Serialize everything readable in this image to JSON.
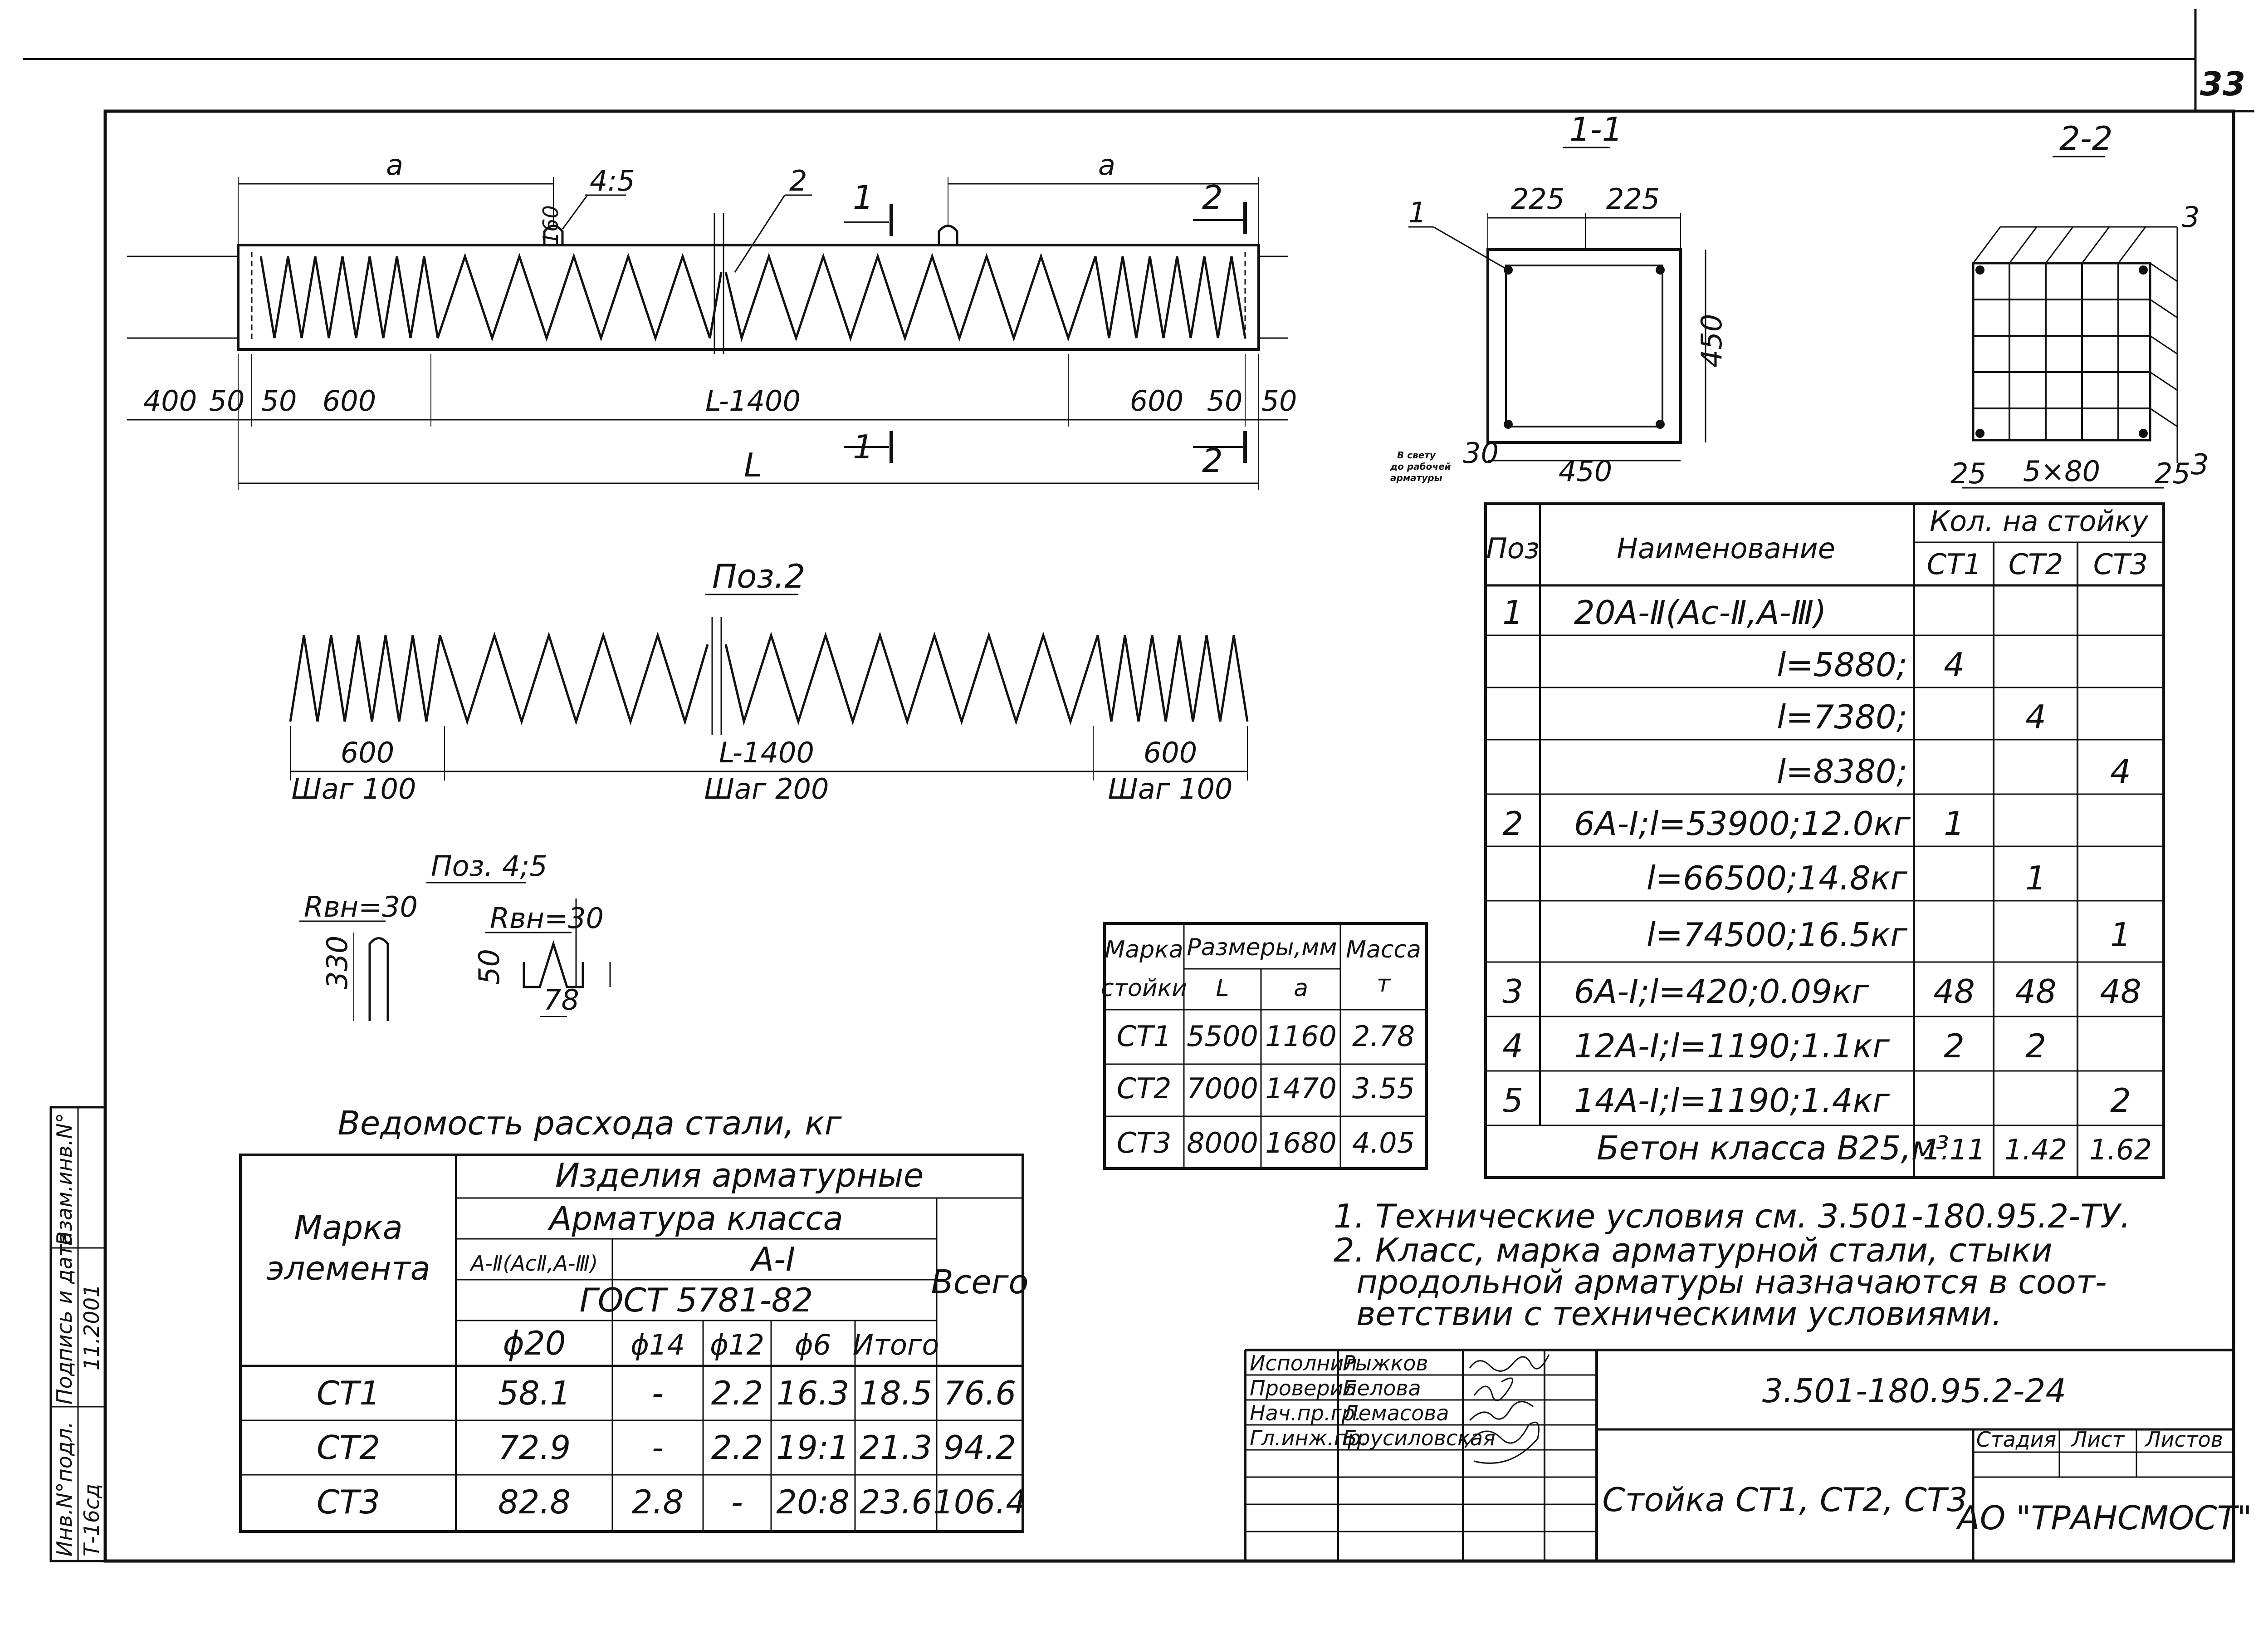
{
  "sheet_number": "33",
  "elevation": {
    "dim_a": "a",
    "pos_45": "4:5",
    "pos_2": "2",
    "dim_160": "160",
    "dims_bottom": [
      "400",
      "50",
      "50",
      "600",
      "L-1400",
      "600",
      "50",
      "50"
    ],
    "dim_L": "L",
    "cut1": "1",
    "cut2": "2"
  },
  "poz2": {
    "title": "Поз.2",
    "dims": [
      "600",
      "L-1400",
      "600"
    ],
    "steps": [
      "Шаг 100",
      "Шаг 200",
      "Шаг 100"
    ]
  },
  "poz45": {
    "title": "Поз. 4;5",
    "radius_left": "Rвн=30",
    "radius_right": "Rвн=30",
    "h330": "330",
    "h50": "50",
    "w78": "78"
  },
  "section11": {
    "title": "1-1",
    "dim_225a": "225",
    "dim_225b": "225",
    "dim_450v": "450",
    "dim_450h": "450",
    "dim_30": "30",
    "pos1": "1",
    "note": [
      "В свету",
      "до рабочей",
      "арматуры"
    ]
  },
  "section22": {
    "title": "2-2",
    "dim_25a": "25",
    "dim_5x80": "5×80",
    "dim_25b": "25",
    "pos3a": "3",
    "pos3b": "3"
  },
  "spec_table": {
    "headers": {
      "pos": "Поз",
      "name": "Наименование",
      "qty": "Кол. на стойку",
      "ct1": "СТ1",
      "ct2": "СТ2",
      "ct3": "СТ3"
    },
    "rows": [
      {
        "pos": "1",
        "name": "20А-Ⅱ(Ас-Ⅱ,А-Ⅲ)",
        "ct1": "",
        "ct2": "",
        "ct3": ""
      },
      {
        "pos": "",
        "name": "l=5880;",
        "ct1": "4",
        "ct2": "",
        "ct3": ""
      },
      {
        "pos": "",
        "name": "l=7380;",
        "ct1": "",
        "ct2": "4",
        "ct3": ""
      },
      {
        "pos": "",
        "name": "l=8380;",
        "ct1": "",
        "ct2": "",
        "ct3": "4"
      },
      {
        "pos": "2",
        "name": "6А-Ⅰ;l=53900;12.0кг",
        "ct1": "1",
        "ct2": "",
        "ct3": ""
      },
      {
        "pos": "",
        "name": "l=66500;14.8кг",
        "ct1": "",
        "ct2": "1",
        "ct3": ""
      },
      {
        "pos": "",
        "name": "l=74500;16.5кг",
        "ct1": "",
        "ct2": "",
        "ct3": "1"
      },
      {
        "pos": "3",
        "name": "6А-Ⅰ;l=420;0.09кг",
        "ct1": "48",
        "ct2": "48",
        "ct3": "48"
      },
      {
        "pos": "4",
        "name": "12А-Ⅰ;l=1190;1.1кг",
        "ct1": "2",
        "ct2": "2",
        "ct3": ""
      },
      {
        "pos": "5",
        "name": "14А-Ⅰ;l=1190;1.4кг",
        "ct1": "",
        "ct2": "",
        "ct3": "2"
      }
    ],
    "concrete": {
      "name": "Бетон класса В25,м³",
      "ct1": "1.11",
      "ct2": "1.42",
      "ct3": "1.62"
    }
  },
  "mass_table": {
    "headers": {
      "mark": "Марка",
      "mark2": "стойки",
      "sizes": "Размеры,мм",
      "L": "L",
      "a": "a",
      "mass": "Масса",
      "unit": "т"
    },
    "rows": [
      {
        "mark": "СТ1",
        "L": "5500",
        "a": "1160",
        "mass": "2.78"
      },
      {
        "mark": "СТ2",
        "L": "7000",
        "a": "1470",
        "mass": "3.55"
      },
      {
        "mark": "СТ3",
        "L": "8000",
        "a": "1680",
        "mass": "4.05"
      }
    ]
  },
  "steel_table": {
    "title": "Ведомость расхода стали, кг",
    "headers": {
      "mark1": "Марка",
      "mark2": "элемента",
      "products": "Изделия арматурные",
      "armature_class": "Арматура класса",
      "class_a2": "А-Ⅱ(АсⅡ,А-Ⅲ)",
      "class_a1": "А-Ⅰ",
      "gost": "ГОСТ 5781-82",
      "total": "Всего",
      "d20": "ϕ20",
      "d14": "ϕ14",
      "d12": "ϕ12",
      "d6": "ϕ6",
      "subtotal": "Итого"
    },
    "rows": [
      {
        "mark": "СТ1",
        "d20": "58.1",
        "d14": "-",
        "d12": "2.2",
        "d6": "16.3",
        "subtotal": "18.5",
        "total": "76.6"
      },
      {
        "mark": "СТ2",
        "d20": "72.9",
        "d14": "-",
        "d12": "2.2",
        "d6": "19:1",
        "subtotal": "21.3",
        "total": "94.2"
      },
      {
        "mark": "СТ3",
        "d20": "82.8",
        "d14": "2.8",
        "d12": "-",
        "d6": "20:8",
        "subtotal": "23.6",
        "total": "106.4"
      }
    ]
  },
  "notes": [
    "1. Технические условия см. 3.501-180.95.2-ТУ.",
    "2. Класс, марка арматурной стали, стыки",
    "продольной арматуры назначаются в соот-",
    "ветствии с техническими условиями."
  ],
  "title_block": {
    "doc_code": "3.501-180.95.2-24",
    "title": "Стойка СТ1, СТ2, СТ3",
    "org": "АО \"ТРАНСМОСТ\"",
    "stage": "Стадия",
    "sheet": "Лист",
    "sheets": "Листов",
    "roles": [
      {
        "role": "Исполнил",
        "name": "Рыжков"
      },
      {
        "role": "Проверил",
        "name": "Белова"
      },
      {
        "role": "Нач.пр.гр.",
        "name": "Лемасова"
      },
      {
        "role": "Гл.инж.пр.",
        "name": "Брусиловская"
      }
    ]
  },
  "side_stamp": {
    "inv_podl": "Инв.N°подл.",
    "sign_date": "Подпись и дата",
    "vzam": "Взам.инв.N°",
    "inv_value": "Т-16сд",
    "date_value": "11.2001"
  }
}
